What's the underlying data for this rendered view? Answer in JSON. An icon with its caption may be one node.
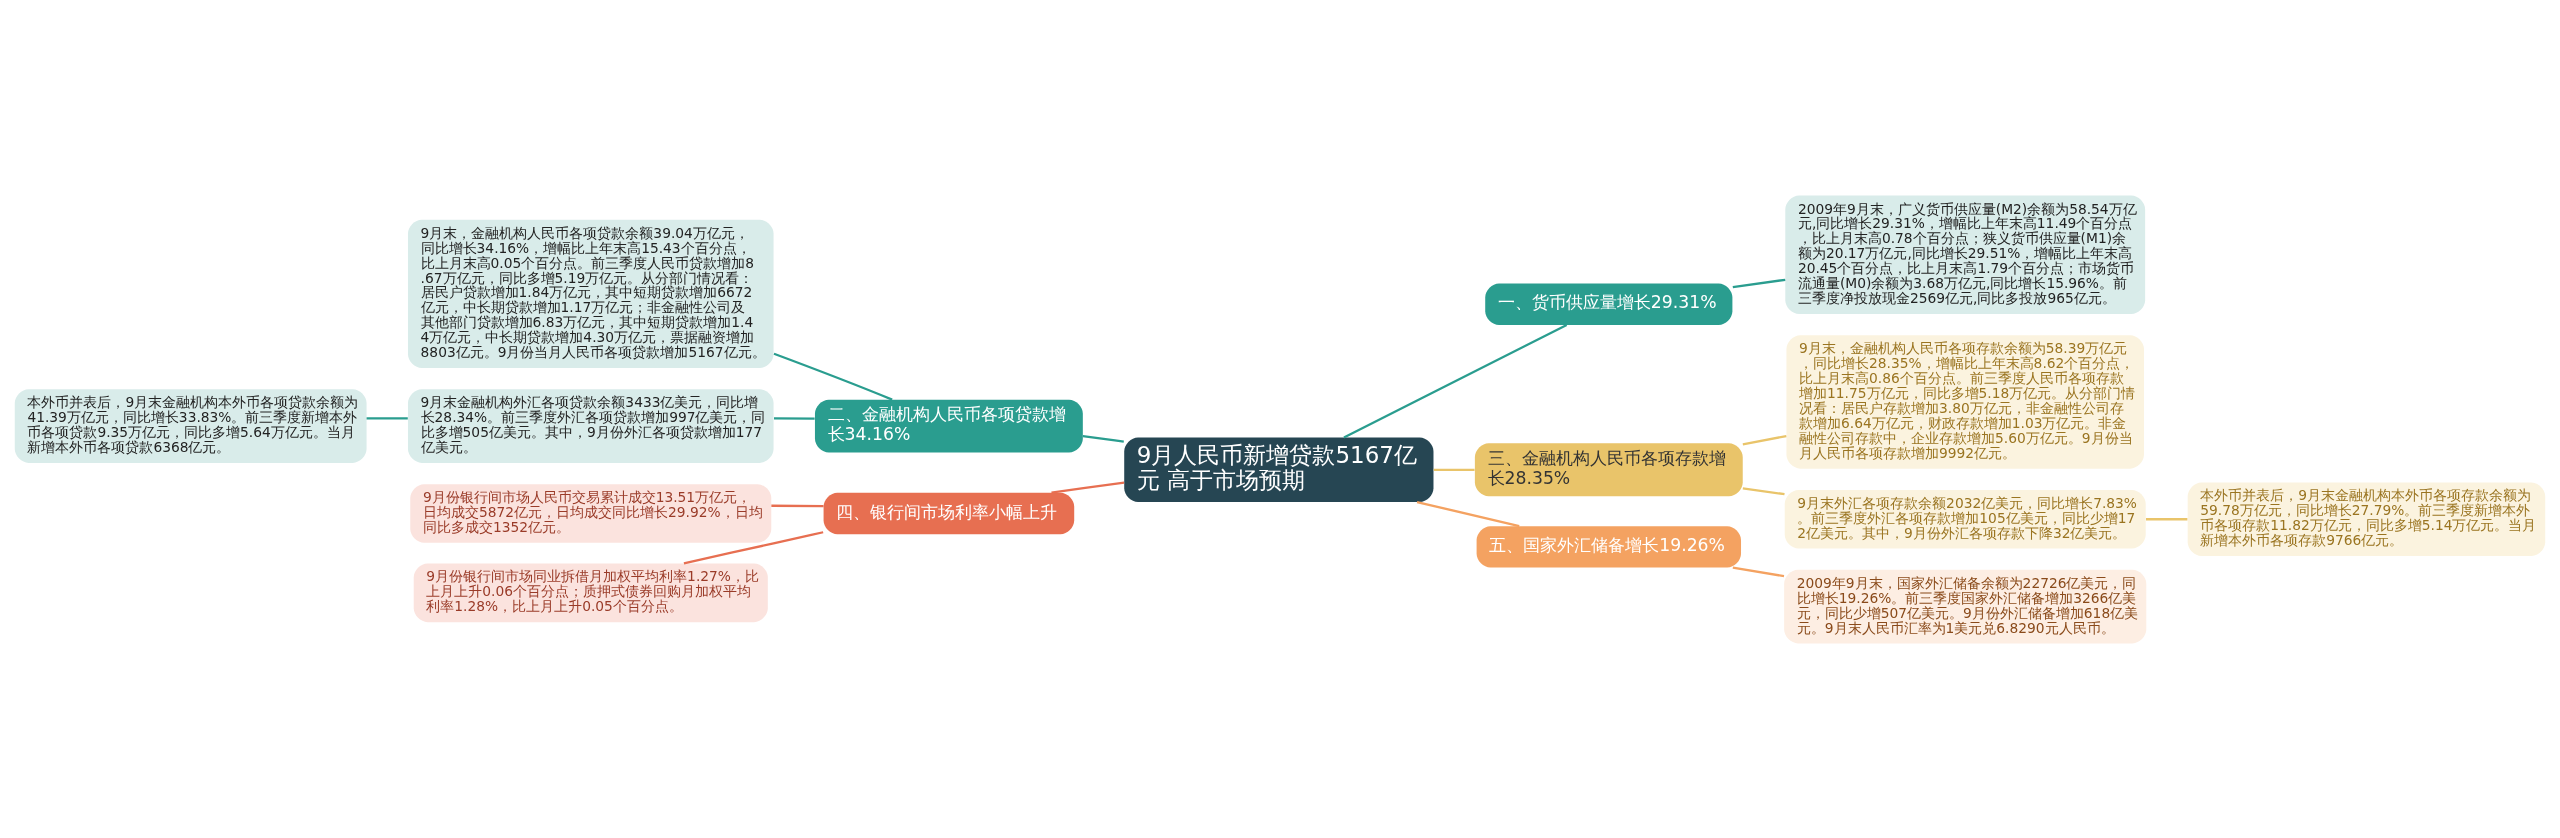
{
  "diagram": {
    "nodes": [
      {
        "text": [
          "9月人民币新增贷款5167亿元 高于市场预期"
        ]
      },
      {
        "text": [
          "一、货币供应量增长29.31%"
        ]
      },
      {
        "text": [
          "2009年9月末，广义货币供应量(M2)余额为58.54万亿元,同比增长29.31%，增幅比上年末高11.49个百分点，比上月末高0.78个百分点；狭义货币供应量(M1)余额为20.17万亿元,同比增长29.51%，增幅比上年末高20.45个百分点，比上月末高1.79个百分点；市场货币流通量(M0)余额为3.68万亿元,同比增长15.96%。前三季度净投放现金2569亿元,同比多投放965亿元。"
        ]
      },
      {
        "text": [
          "二、金融机构人民币各项贷款增长34.16%"
        ]
      },
      {
        "text": [
          "9月末，金融机构人民币各项贷款余额39.04万亿元，同比增长34.16%，增幅比上年末高15.43个百分点，比上月末高0.05个百分点。前三季度人民币贷款增加8.67万亿元，同比多增5.19万亿元。从分部门情况看：居民户贷款增加1.84万亿元，其中短期贷款增加6672亿元，中长期贷款增加1.17万亿元；非金融性公司及其他部门贷款增加6.83万亿元，其中短期贷款增加1.44万亿元，中长期贷款增加4.30万亿元，票据融资增加8803亿元。9月份当月人民币各项贷款增加5167亿元。"
        ]
      },
      {
        "text": [
          "9月末金融机构外汇各项贷款余额3433亿美元，同比增长28.34%。前三季度外汇各项贷款增加997亿美元，同比多增505亿美元。其中，9月份外汇各项贷款增加177亿美元。"
        ]
      },
      {
        "text": [
          "本外币并表后，9月末金融机构本外币各项贷款余额为41.39万亿元，同比增长33.83%。前三季度新增本外币各项贷款9.35万亿元，同比多增5.64万亿元。当月新增本外币各项贷款6368亿元。"
        ]
      },
      {
        "text": [
          "三、金融机构人民币各项存款增长28.35%"
        ]
      },
      {
        "text": [
          "9月末，金融机构人民币各项存款余额为58.39万亿元，同比增长28.35%，增幅比上年末高8.62个百分点，比上月末高0.86个百分点。前三季度人民币各项存款增加11.75万亿元，同比多增5.18万亿元。从分部门情况看：居民户存款增加3.80万亿元，非金融性公司存款增加6.64万亿元，财政存款增加1.03万亿元。非金融性公司存款中，企业存款增加5.60万亿元。9月份当月人民币各项存款增加9992亿元。"
        ]
      },
      {
        "text": [
          "9月末外汇各项存款余额2032亿美元，同比增长7.83%。前三季度外汇各项存款增加105亿美元，同比少增172亿美元。其中，9月份外汇各项存款下降32亿美元。"
        ]
      },
      {
        "text": [
          "本外币并表后，9月末金融机构本外币各项存款余额为59.78万亿元，同比增长27.79%。前三季度新增本外币各项存款11.82万亿元，同比多增5.14万亿元。当月新增本外币各项存款9766亿元。"
        ]
      },
      {
        "text": [
          "四、银行间市场利率小幅上升"
        ]
      },
      {
        "text": [
          "9月份银行间市场人民币交易累计成交13.51万亿元，日均成交5872亿元，日均成交同比增长29.92%，日均同比多成交1352亿元。"
        ]
      },
      {
        "text": [
          "9月份银行间市场同业拆借月加权平均利率1.27%，比上月上升0.06个百分点；质押式债券回购月加权平均利率1.28%，比上月上升0.05个百分点。"
        ]
      },
      {
        "text": [
          "五、国家外汇储备增长19.26%"
        ]
      },
      {
        "text": [
          "2009年9月末，国家外汇储备余额为22726亿美元，同比增长19.26%。前三季度国家外汇储备增加3266亿美元，同比少增507亿美元。9月份外汇储备增加618亿美元。9月末人民币汇率为1美元兑6.8290元人民币。"
        ]
      }
    ],
    "edges": [
      {
        "from": 0,
        "to": 1,
        "arrow": "none",
        "color": "#2a9d8f"
      },
      {
        "from": 1,
        "to": 2,
        "arrow": "none",
        "color": "#2a9d8f"
      },
      {
        "from": 0,
        "to": 3,
        "arrow": "none",
        "color": "#2a9d8f"
      },
      {
        "from": 3,
        "to": 4,
        "arrow": "none",
        "color": "#2a9d8f"
      },
      {
        "from": 3,
        "to": 5,
        "arrow": "none",
        "color": "#2a9d8f"
      },
      {
        "from": 5,
        "to": 6,
        "arrow": "none",
        "color": "#2a9d8f"
      },
      {
        "from": 0,
        "to": 7,
        "arrow": "none",
        "color": "#e9c46a"
      },
      {
        "from": 7,
        "to": 8,
        "arrow": "none",
        "color": "#e9c46a"
      },
      {
        "from": 7,
        "to": 9,
        "arrow": "none",
        "color": "#e9c46a"
      },
      {
        "from": 9,
        "to": 10,
        "arrow": "none",
        "color": "#e9c46a"
      },
      {
        "from": 0,
        "to": 11,
        "arrow": "none",
        "color": "#e76f51"
      },
      {
        "from": 11,
        "to": 12,
        "arrow": "none",
        "color": "#e76f51"
      },
      {
        "from": 11,
        "to": 13,
        "arrow": "none",
        "color": "#e76f51"
      },
      {
        "from": 0,
        "to": 14,
        "arrow": "none",
        "color": "#f4a261"
      },
      {
        "from": 14,
        "to": 15,
        "arrow": "none",
        "color": "#f4a261"
      }
    ]
  }
}
